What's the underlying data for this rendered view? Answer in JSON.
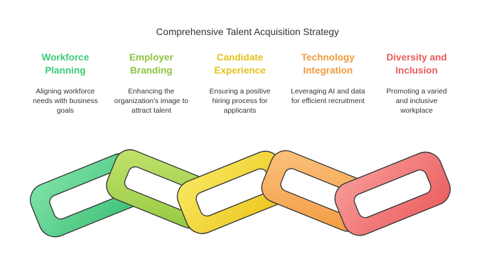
{
  "title": "Comprehensive Talent Acquisition Strategy",
  "columns": [
    {
      "heading_line1": "Workforce",
      "heading_line2": "Planning",
      "description": "Aligning workforce needs with business goals",
      "color": "#3dc97a",
      "link_light": "#7fe3a9",
      "link_dark": "#3cc076"
    },
    {
      "heading_line1": "Employer",
      "heading_line2": "Branding",
      "description": "Enhancing the organization's image to attract talent",
      "color": "#8ac43e",
      "link_light": "#c3e36d",
      "link_dark": "#93c93f"
    },
    {
      "heading_line1": "Candidate",
      "heading_line2": "Experience",
      "description": "Ensuring a positive hiring process for applicants",
      "color": "#e6c11a",
      "link_light": "#f8e862",
      "link_dark": "#ecc61b"
    },
    {
      "heading_line1": "Technology",
      "heading_line2": "Integration",
      "description": "Leveraging AI and data for efficient recruitment",
      "color": "#ef9a3c",
      "link_light": "#fbc27e",
      "link_dark": "#f29a3f"
    },
    {
      "heading_line1": "Diversity and",
      "heading_line2": "Inclusion",
      "description": "Promoting a varied and inclusive workplace",
      "color": "#ea5a5a",
      "link_light": "#f79a98",
      "link_dark": "#ec5f5f"
    }
  ]
}
